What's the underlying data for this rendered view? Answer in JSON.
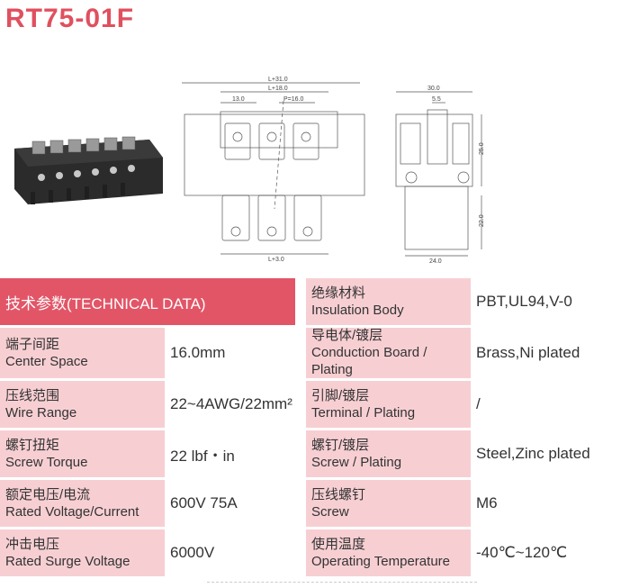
{
  "title": "RT75-01F",
  "drawing": {
    "dim_L31": "L+31.0",
    "dim_L18": "L+18.0",
    "dim_13": "13.0",
    "dim_P": "P=16.0",
    "dim_L3": "L+3.0",
    "dim_30": "30.0",
    "dim_5_5": "5.5",
    "dim_25": "25.0",
    "dim_22": "22.0",
    "dim_24": "24.0"
  },
  "table": {
    "header": "技术参数(TECHNICAL DATA)",
    "rows": [
      {
        "lzh": "端子间距",
        "len": "Center Space",
        "lval": "16.0mm",
        "rzh": "导电体/镀层",
        "ren": "Conduction Board / Plating",
        "rval": "Brass,Ni plated"
      },
      {
        "lzh": "压线范围",
        "len": "Wire Range",
        "lval": "22~4AWG/22mm²",
        "rzh": "引脚/镀层",
        "ren": "Terminal / Plating",
        "rval": "/"
      },
      {
        "lzh": "螺钉扭矩",
        "len": "Screw Torque",
        "lval": "22 lbf・in",
        "rzh": "螺钉/镀层",
        "ren": "Screw / Plating",
        "rval": "Steel,Zinc plated"
      },
      {
        "lzh": "额定电压/电流",
        "len": "Rated Voltage/Current",
        "lval": "600V 75A",
        "rzh": "压线螺钉",
        "ren": "Screw",
        "rval": "M6"
      },
      {
        "lzh": "冲击电压",
        "len": "Rated Surge Voltage",
        "lval": "6000V",
        "rzh": "使用温度",
        "ren": "Operating Temperature",
        "rval": "-40℃~120℃"
      }
    ],
    "insulation": {
      "zh": "绝缘材料",
      "en": "Insulation Body",
      "val": "PBT,UL94,V-0"
    }
  }
}
